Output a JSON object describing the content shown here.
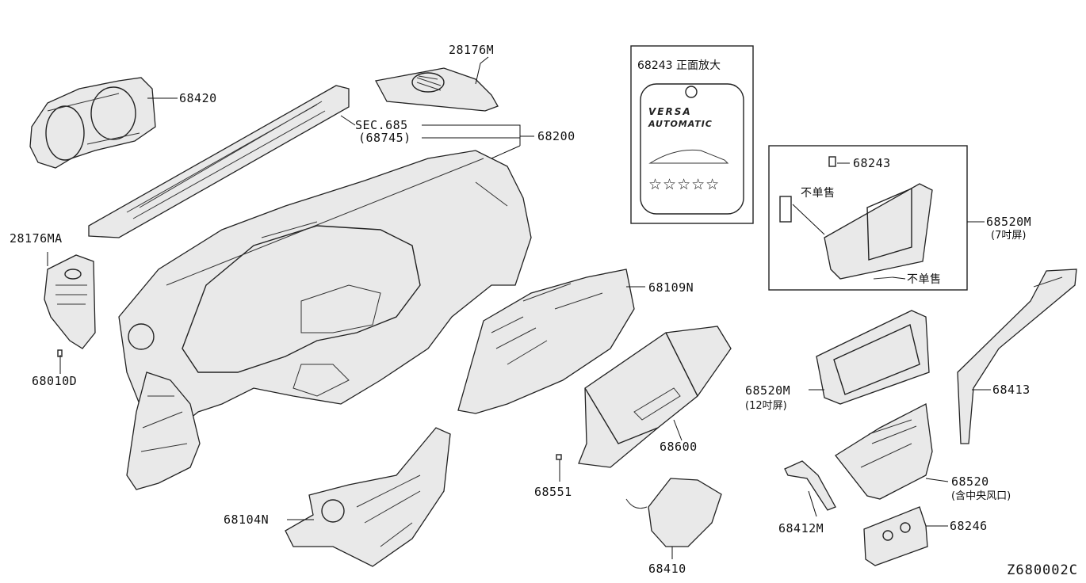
{
  "diagram_code": "Z680002C",
  "parts": {
    "p68420": "68420",
    "p28176M": "28176M",
    "sec685": "SEC.685",
    "sec685_ref": "(68745)",
    "p68200": "68200",
    "p28176MA": "28176MA",
    "p68010D": "68010D",
    "p68109N": "68109N",
    "p68600": "68600",
    "p68551": "68551",
    "p68104N": "68104N",
    "p68410": "68410",
    "p68243": "68243",
    "p68520M_7": "68520M",
    "p68520M_7_note": "(7吋屏)",
    "p68520M_12": "68520M",
    "p68520M_12_note": "(12吋屏)",
    "p68413": "68413",
    "p68520": "68520",
    "p68520_note": "(含中央风口)",
    "p68412M": "68412M",
    "p68246": "68246"
  },
  "zoom_panel": {
    "title": "68243 正面放大",
    "badge_text_1": "VERSA",
    "badge_text_2": "AUTOMATIC",
    "stars": "☆☆☆☆☆"
  },
  "inset_notes": {
    "not_sold_1": "不单售",
    "not_sold_2": "不单售"
  }
}
